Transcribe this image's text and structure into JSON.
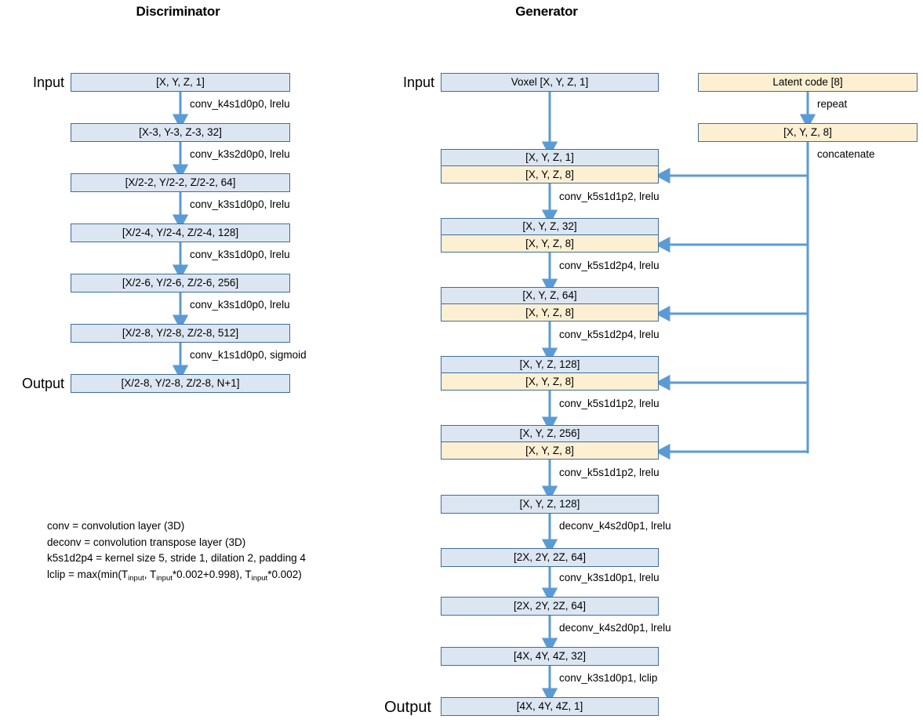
{
  "titles": {
    "discriminator": "Discriminator",
    "generator": "Generator"
  },
  "labels": {
    "input": "Input",
    "output": "Output"
  },
  "colors": {
    "box_blue_fill": "#dce6f2",
    "box_gold_fill": "#fdf0d2",
    "box_border": "#3e6e9e",
    "arrow": "#5b9bd5"
  },
  "discriminator": {
    "boxes": [
      {
        "text": "[X, Y, Z, 1]",
        "role": "input"
      },
      {
        "text": "[X-3, Y-3, Z-3, 32]",
        "role": "hidden"
      },
      {
        "text": "[X/2-2, Y/2-2, Z/2-2, 64]",
        "role": "hidden"
      },
      {
        "text": "[X/2-4, Y/2-4, Z/2-4, 128]",
        "role": "hidden"
      },
      {
        "text": "[X/2-6, Y/2-6, Z/2-6, 256]",
        "role": "hidden"
      },
      {
        "text": "[X/2-8, Y/2-8, Z/2-8, 512]",
        "role": "hidden"
      },
      {
        "text": "[X/2-8, Y/2-8, Z/2-8, N+1]",
        "role": "output"
      }
    ],
    "edges": [
      "conv_k4s1d0p0, lrelu",
      "conv_k3s2d0p0, lrelu",
      "conv_k3s1d0p0, lrelu",
      "conv_k3s1d0p0, lrelu",
      "conv_k3s1d0p0, lrelu",
      "conv_k1s1d0p0, sigmoid"
    ]
  },
  "generator": {
    "input_box": "Voxel   [X, Y, Z, 1]",
    "latent": {
      "code_box": "Latent code   [8]",
      "repeat_label": "repeat",
      "repeated_box": "[X, Y, Z, 8]",
      "concat_label": "concatenate"
    },
    "stages": [
      {
        "main": "[X, Y, Z, 1]",
        "latent": "[X, Y, Z, 8]",
        "edge": "conv_k5s1d1p2, lrelu"
      },
      {
        "main": "[X, Y, Z, 32]",
        "latent": "[X, Y, Z, 8]",
        "edge": "conv_k5s1d2p4, lrelu"
      },
      {
        "main": "[X, Y, Z, 64]",
        "latent": "[X, Y, Z, 8]",
        "edge": "conv_k5s1d2p4, lrelu"
      },
      {
        "main": "[X, Y, Z, 128]",
        "latent": "[X, Y, Z, 8]",
        "edge": "conv_k5s1d1p2, lrelu"
      },
      {
        "main": "[X, Y, Z, 256]",
        "latent": "[X, Y, Z, 8]",
        "edge": "conv_k5s1d1p2, lrelu"
      }
    ],
    "tail": [
      {
        "text": "[X, Y, Z, 128]",
        "edge": "deconv_k4s2d0p1, lrelu"
      },
      {
        "text": "[2X, 2Y, 2Z, 64]",
        "edge": "conv_k3s1d0p1, lrelu"
      },
      {
        "text": "[2X, 2Y, 2Z, 64]",
        "edge": "deconv_k4s2d0p1, lrelu"
      },
      {
        "text": "[4X, 4Y, 4Z, 32]",
        "edge": "conv_k3s1d0p1, lclip"
      },
      {
        "text": "[4X, 4Y, 4Z, 1]",
        "edge": null
      }
    ]
  },
  "legend": {
    "line1": "conv = convolution layer (3D)",
    "line2": "deconv = convolution transpose layer (3D)",
    "line3": "k5s1d2p4 = kernel size 5, stride 1, dilation 2, padding 4",
    "line4_prefix": "lclip = max(min(T",
    "line4_sub1": "input",
    "line4_mid1": ", T",
    "line4_sub2": "input",
    "line4_mid2": "*0.002+0.998), T",
    "line4_sub3": "input",
    "line4_suffix": "*0.002)"
  }
}
